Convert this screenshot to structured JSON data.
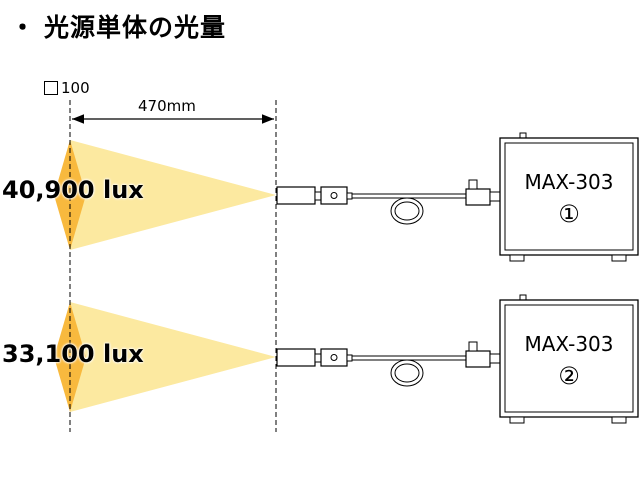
{
  "title": {
    "bullet": "・",
    "text": "光源単体の光量"
  },
  "square_label": "100",
  "distance_label": "470mm",
  "rows": [
    {
      "lux": "40,900 lux",
      "model": "MAX-303",
      "unit_no": "①"
    },
    {
      "lux": "33,100 lux",
      "model": "MAX-303",
      "unit_no": "②"
    }
  ],
  "colors": {
    "beam": "#FCE9A0",
    "diamond": "#F8B93E",
    "line": "#000000"
  }
}
